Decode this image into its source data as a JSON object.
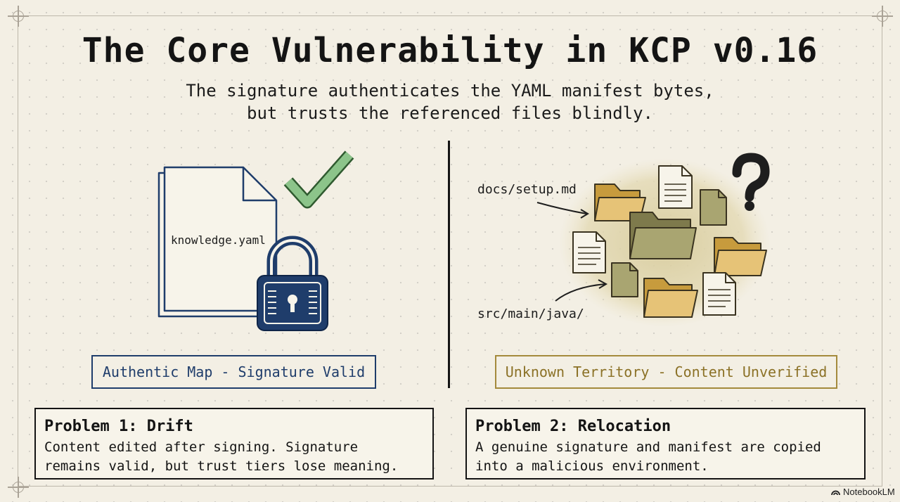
{
  "title": "The Core Vulnerability in KCP v0.16",
  "subtitle": "The signature authenticates the YAML manifest bytes,\nbut trusts the referenced files blindly.",
  "left": {
    "document_label": "knowledge.yaml",
    "caption": "Authentic Map - Signature Valid"
  },
  "right": {
    "path_top": "docs/setup.md",
    "path_bottom": "src/main/java/",
    "caption": "Unknown Territory - Content Unverified"
  },
  "problems": [
    {
      "title": "Problem 1: Drift",
      "body": "Content edited after signing. Signature\nremains valid, but trust tiers lose meaning."
    },
    {
      "title": "Problem 2: Relocation",
      "body": "A genuine signature and manifest are copied\ninto a malicious environment."
    }
  ],
  "brand": "NotebookLM",
  "colors": {
    "navy": "#1f3d6b",
    "gold": "#a48a3c",
    "check_green": "#8cc48a",
    "folder": "#d9b868"
  }
}
